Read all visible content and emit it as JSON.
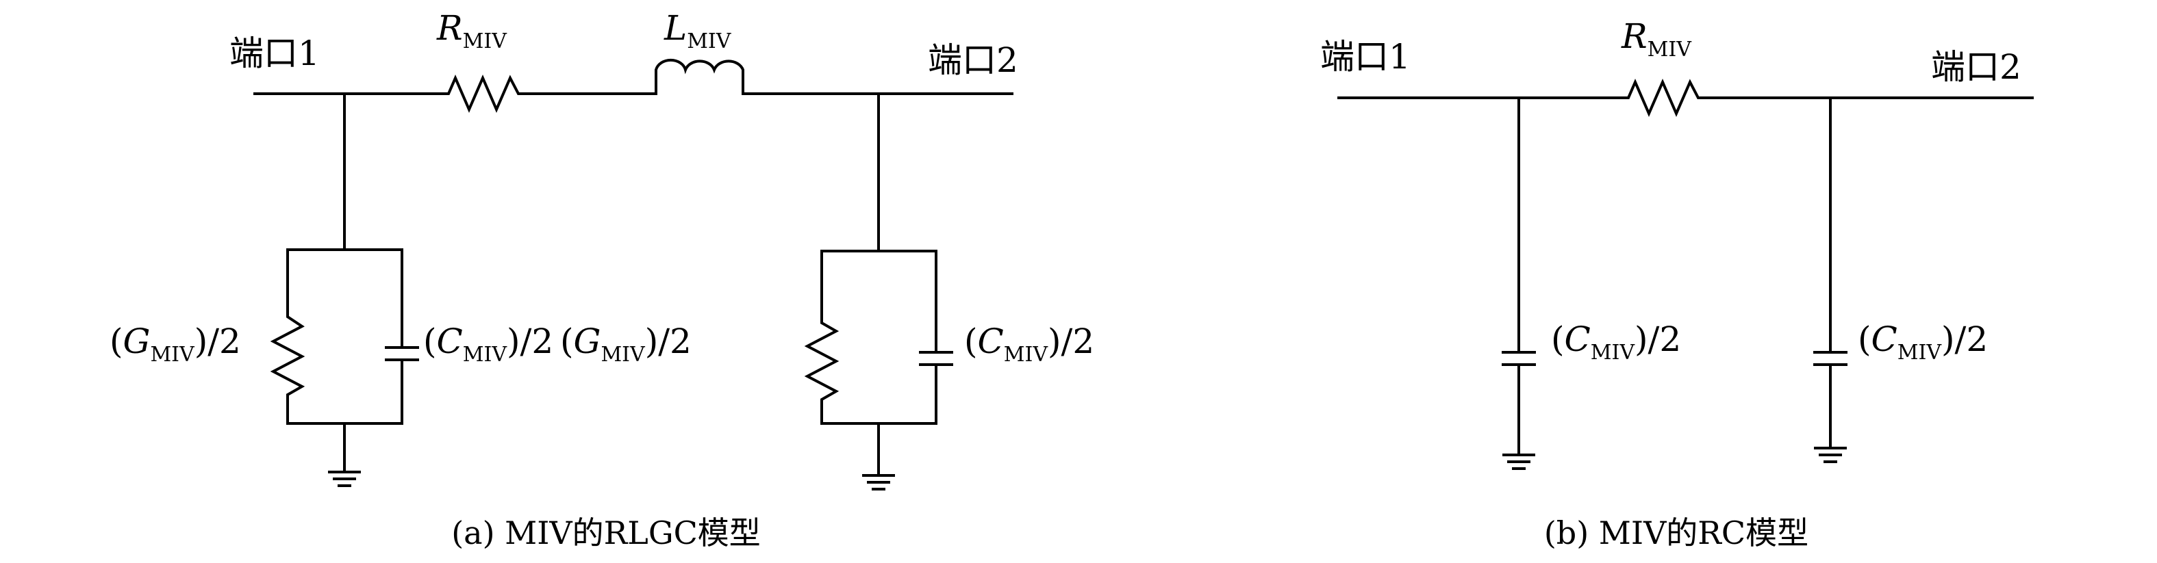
{
  "left": {
    "port1": "端口1",
    "port2": "端口2",
    "r_sym": "R",
    "r_sub": "MIV",
    "l_sym": "L",
    "l_sub": "MIV",
    "g1": {
      "open": "(",
      "sym": "G",
      "sub": "MIV",
      "close": ")/2"
    },
    "c1": {
      "open": "(",
      "sym": "C",
      "sub": "MIV",
      "close": ")/2"
    },
    "g2": {
      "open": "(",
      "sym": "G",
      "sub": "MIV",
      "close": ")/2"
    },
    "c2": {
      "open": "(",
      "sym": "C",
      "sub": "MIV",
      "close": ")/2"
    },
    "caption": "(a) MIV的RLGC模型"
  },
  "right": {
    "port1": "端口1",
    "port2": "端口2",
    "r_sym": "R",
    "r_sub": "MIV",
    "c1": {
      "open": "(",
      "sym": "C",
      "sub": "MIV",
      "close": ")/2"
    },
    "c2": {
      "open": "(",
      "sym": "C",
      "sub": "MIV",
      "close": ")/2"
    },
    "caption": "(b) MIV的RC模型"
  }
}
